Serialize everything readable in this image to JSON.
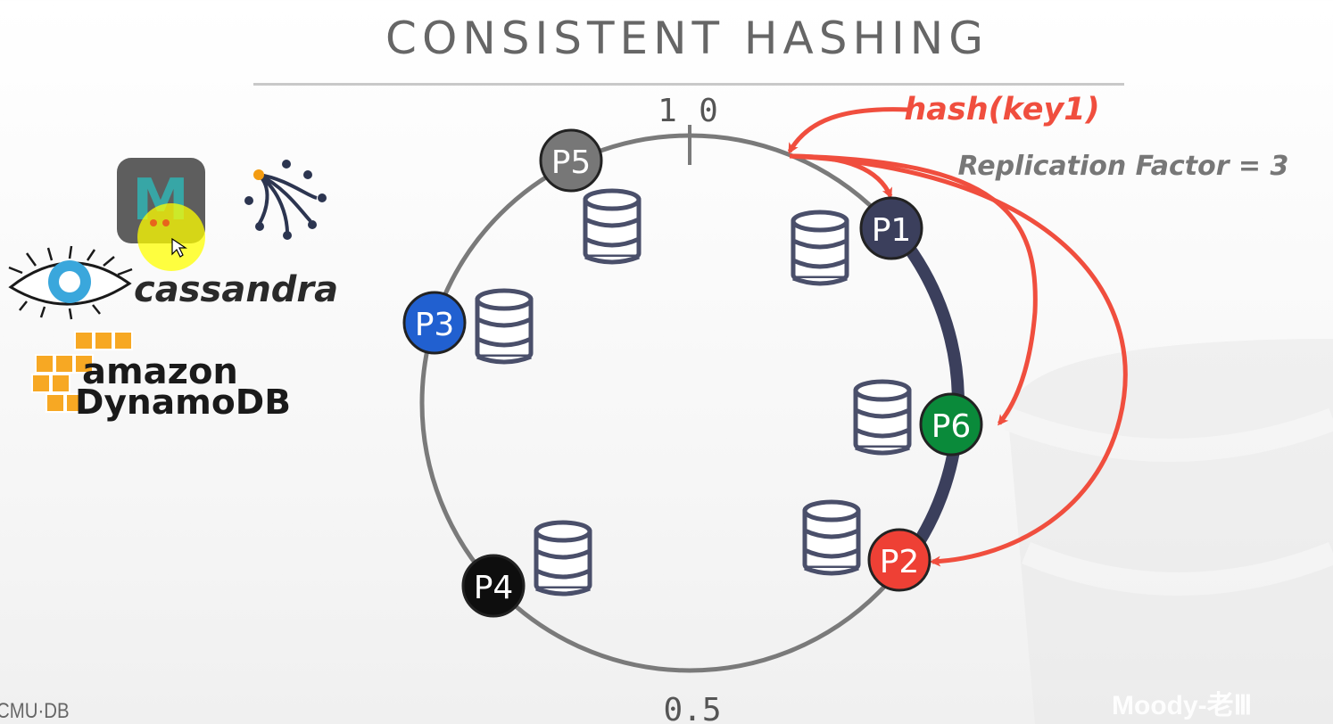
{
  "slide": {
    "title": "CONSISTENT HASHING",
    "footer_logo": "CMU·DB",
    "watermark": "Moody-老Ⅲ"
  },
  "ring": {
    "top_label_left": "1",
    "top_label_right": "0",
    "bottom_label": "0.5",
    "hash_label": "hash(key1)",
    "replication_label": "Replication Factor = 3"
  },
  "partitions": [
    {
      "id": "p1",
      "label": "P1",
      "color": "#3b3f5c"
    },
    {
      "id": "p2",
      "label": "P2",
      "color": "#ee4035"
    },
    {
      "id": "p3",
      "label": "P3",
      "color": "#2160d0"
    },
    {
      "id": "p4",
      "label": "P4",
      "color": "#0e0e0e"
    },
    {
      "id": "p5",
      "label": "P5",
      "color": "#777777"
    },
    {
      "id": "p6",
      "label": "P6",
      "color": "#0a8a3a"
    }
  ],
  "logos": {
    "cassandra": "cassandra",
    "amazon": "amazon",
    "dynamodb": "DynamoDB",
    "memcached_letter": "M"
  },
  "colors": {
    "ring": "#7a7a7a",
    "replica_arc": "#3b3f5c",
    "arrow": "#f04e3e",
    "database_icon": "#4a4f6a",
    "replication_text": "#777777"
  }
}
